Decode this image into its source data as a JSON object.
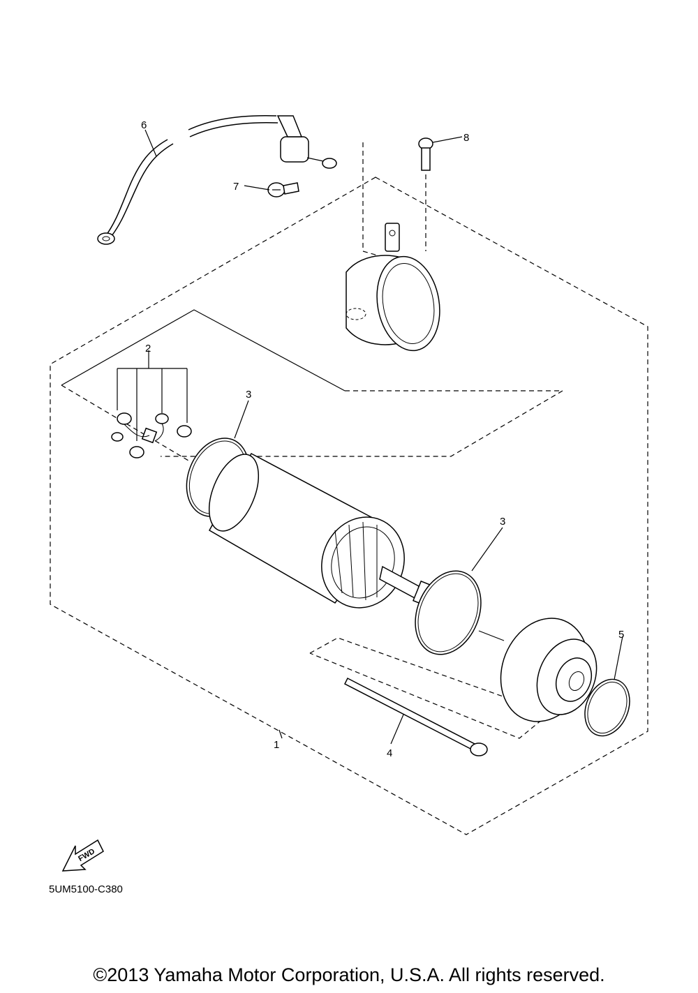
{
  "callouts": {
    "c1": "1",
    "c2": "2",
    "c3a": "3",
    "c3b": "3",
    "c4": "4",
    "c5": "5",
    "c6": "6",
    "c7": "7",
    "c8": "8"
  },
  "fwd_label": "FWD",
  "diagram_code": "5UM5100-C380",
  "copyright": "©2013 Yamaha Motor Corporation, U.S.A. All rights reserved."
}
